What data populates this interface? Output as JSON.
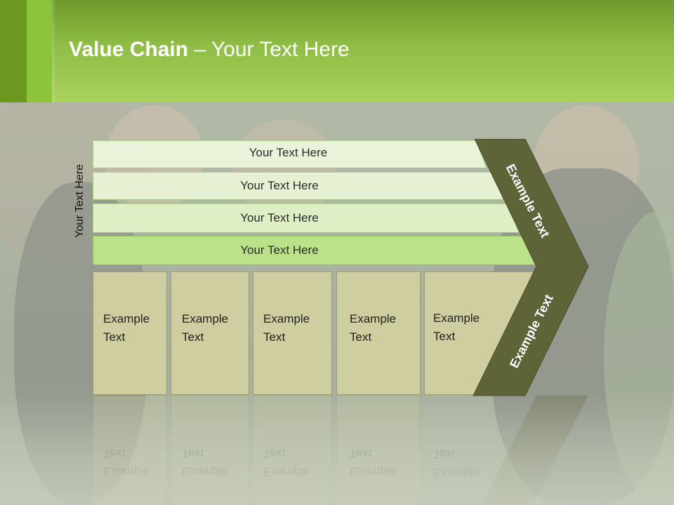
{
  "slide": {
    "title_bold": "Value Chain",
    "title_rest": " – Your Text Here"
  },
  "colors": {
    "header_green": "#a9d35c",
    "bar_light": "#e7f2d6",
    "bar_mid": "#daedc2",
    "bar_dark": "#b7e082",
    "box_fill": "#cfcea0",
    "chevron": "#5f6338"
  },
  "bars": [
    {
      "label": "Your Text Here"
    },
    {
      "label": "Your Text Here"
    },
    {
      "label": "Your Text Here"
    },
    {
      "label": "Your Text Here"
    }
  ],
  "vertical_label": "Your Text Here",
  "boxes": [
    {
      "line1": "Example",
      "line2": "Text"
    },
    {
      "line1": "Example",
      "line2": "Text"
    },
    {
      "line1": "Example",
      "line2": "Text"
    },
    {
      "line1": "Example",
      "line2": "Text"
    },
    {
      "line1": "Example",
      "line2": "Text"
    }
  ],
  "chevron": {
    "upper_text": "Example Text",
    "lower_text": "Example Text"
  }
}
